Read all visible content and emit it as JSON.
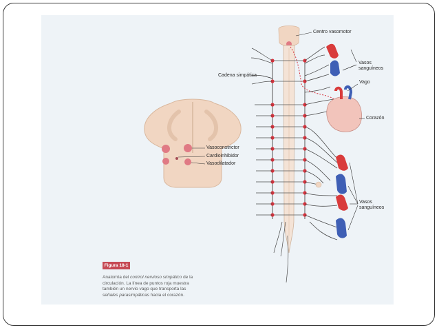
{
  "labels": {
    "vasoconstrictor": "Vasoconstrictor",
    "cardioinhibitor": "Cardioinhibidor",
    "vasodilator": "Vasodilatador",
    "sympathetic_chain": "Cadena simpática",
    "vasomotor_center": "Centro vasomotor",
    "blood_vessels_top_line1": "Vasos",
    "blood_vessels_top_line2": "sanguíneos",
    "vagus": "Vago",
    "heart": "Corazón",
    "blood_vessels_bottom_line1": "Vasos",
    "blood_vessels_bottom_line2": "sanguíneos"
  },
  "figure": {
    "title": "Figura 18-1",
    "caption_1": "Anatomía del ",
    "caption_2": "control nervioso simpático",
    "caption_3": " de la circulación. La línea de puntos roja muestra también un nervio vago que transporta las ",
    "caption_4": "señales parasimpáticas",
    "caption_5": " hacia el corazón."
  },
  "colors": {
    "brain_tissue": "#f1d6c2",
    "nucleus": "#e07a84",
    "ganglion": "#d6313c",
    "artery": "#d93b3b",
    "vein": "#3f5fb5",
    "heart": "#f2c4bb",
    "dotted_vagus": "#d6313c",
    "nerve": "#4a4a4a"
  }
}
